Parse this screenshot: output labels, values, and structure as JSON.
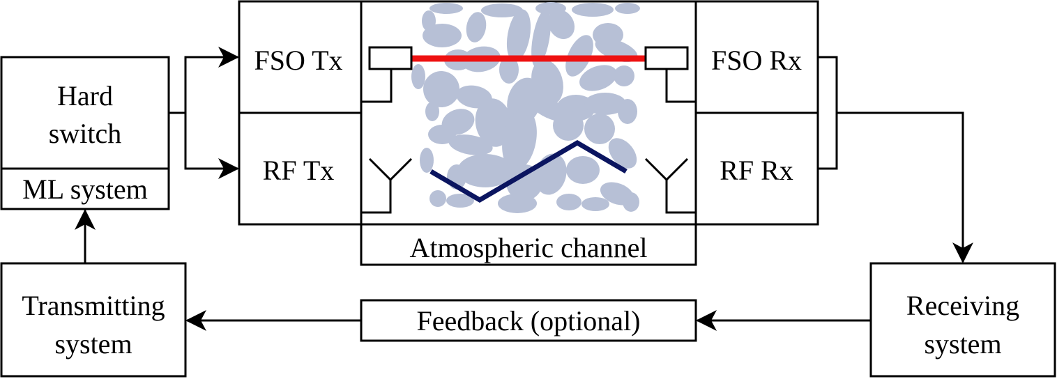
{
  "diagram": {
    "hard_switch": [
      "Hard",
      "switch"
    ],
    "ml_system": "ML system",
    "fso_tx": "FSO Tx",
    "rf_tx": "RF Tx",
    "fso_rx": "FSO Rx",
    "rf_rx": "RF Rx",
    "atmospheric_channel": "Atmospheric channel",
    "transmitting_system": [
      "Transmitting",
      "system"
    ],
    "receiving_system": [
      "Receiving",
      "system"
    ],
    "feedback": "Feedback (optional)"
  },
  "colors": {
    "fso_beam": "#ee1111",
    "rf_path": "#0b1560",
    "turbulence": "#b7c0d6",
    "line": "#000000"
  },
  "icons": {
    "fso_transmitter": "laser-diode-icon",
    "fso_receiver": "photodetector-icon",
    "rf_transmitter": "antenna-icon",
    "rf_receiver": "antenna-icon",
    "turbulence": "turbulence-cells-icon"
  }
}
